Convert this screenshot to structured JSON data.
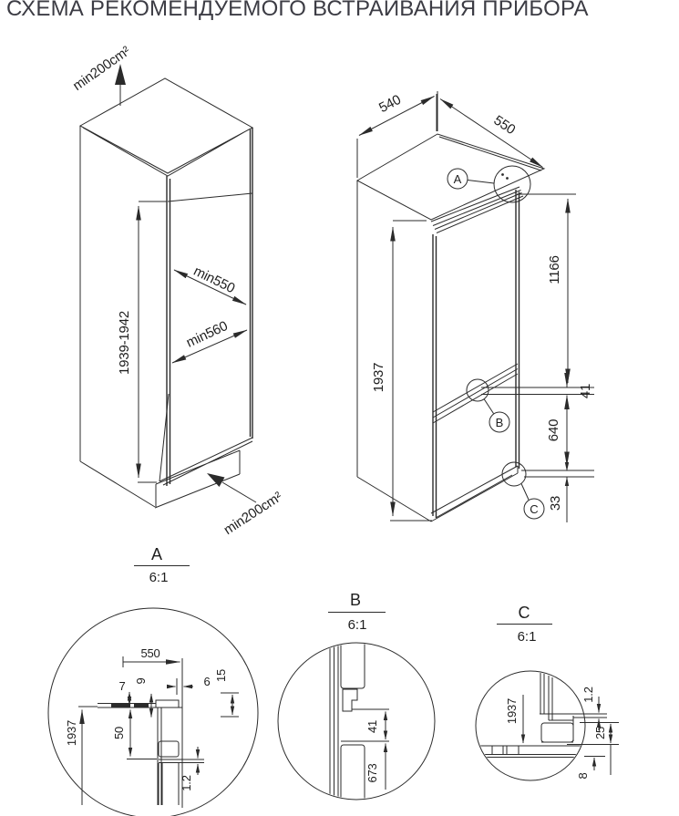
{
  "title": "СХЕМА РЕКОМЕНДУЕМОГО ВСТРАИВАНИЯ ПРИБОРА",
  "colors": {
    "line": "#2b2b2b",
    "text": "#1e1e1e",
    "title": "#3c3c44",
    "background": "#ffffff"
  },
  "niche_view": {
    "top_vent_label": "min200cm²",
    "height_label": "1939-1942",
    "inner_width_label": "min550",
    "inner_depth_label": "min560",
    "bottom_vent_label": "min200cm²"
  },
  "appliance_view": {
    "width_label": "540",
    "depth_label": "550",
    "height_label": "1937",
    "upper_door_label": "1166",
    "gap_label": "41",
    "lower_door_label": "640",
    "bottom_gap_label": "33",
    "callout_a": "A",
    "callout_b": "B",
    "callout_c": "C"
  },
  "detail_a": {
    "label": "A",
    "scale": "6:1",
    "dim_width": "550",
    "dim_7": "7",
    "dim_9": "9",
    "dim_6": "6",
    "dim_15": "15",
    "dim_height": "1937",
    "dim_50": "50",
    "dim_gap": "1.2"
  },
  "detail_b": {
    "label": "B",
    "scale": "6:1",
    "dim_gap": "41",
    "dim_door": "673"
  },
  "detail_c": {
    "label": "C",
    "scale": "6:1",
    "dim_height": "1937",
    "dim_gap": "1.2",
    "dim_25": "25",
    "dim_8": "8"
  }
}
